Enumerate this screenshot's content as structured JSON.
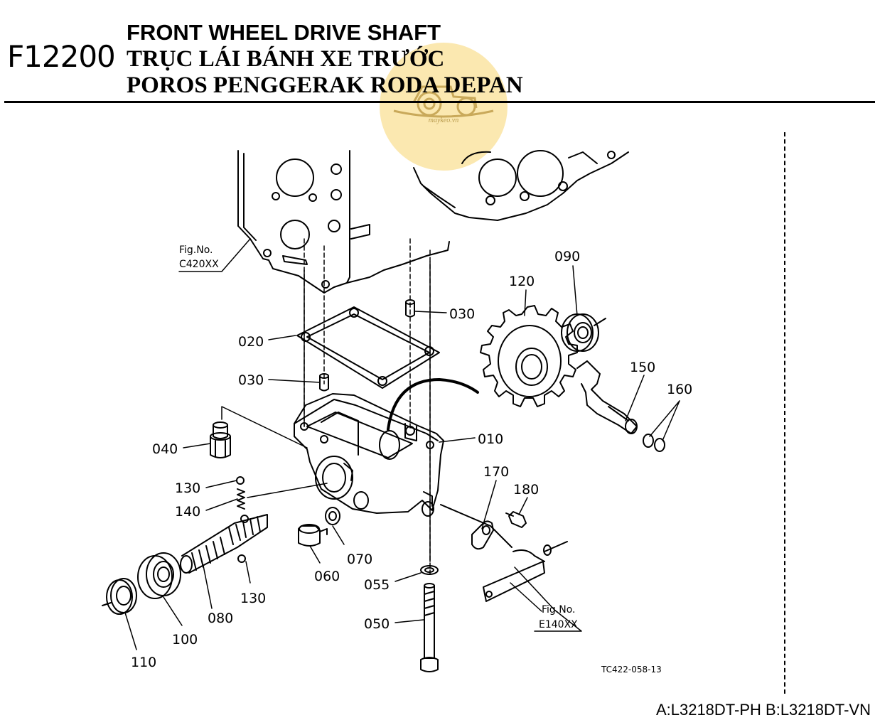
{
  "header": {
    "code": "F12200",
    "title_en": "FRONT WHEEL DRIVE SHAFT",
    "title_vn": "TRỤC LÁI BÁNH XE TRƯỚC",
    "title_id": "POROS PENGGERAK RODA DEPAN"
  },
  "watermark": {
    "text": "maykeo.vn",
    "color": "#f7d670"
  },
  "diagram": {
    "labels": {
      "l010": "010",
      "l020": "020",
      "l030a": "030",
      "l030b": "030",
      "l040": "040",
      "l050": "050",
      "l055": "055",
      "l060": "060",
      "l070": "070",
      "l080": "080",
      "l090": "090",
      "l100": "100",
      "l110": "110",
      "l120": "120",
      "l130a": "130",
      "l130b": "130",
      "l140": "140",
      "l150": "150",
      "l160": "160",
      "l170": "170",
      "l180": "180"
    },
    "ref_c": {
      "line1": "Fig.No.",
      "line2": "C420XX"
    },
    "ref_e": {
      "line1": "Fig.No.",
      "line2": "E140XX"
    },
    "drawing_id": "TC422-058-13"
  },
  "footer": {
    "models": "A:L3218DT-PH B:L3218DT-VN"
  }
}
